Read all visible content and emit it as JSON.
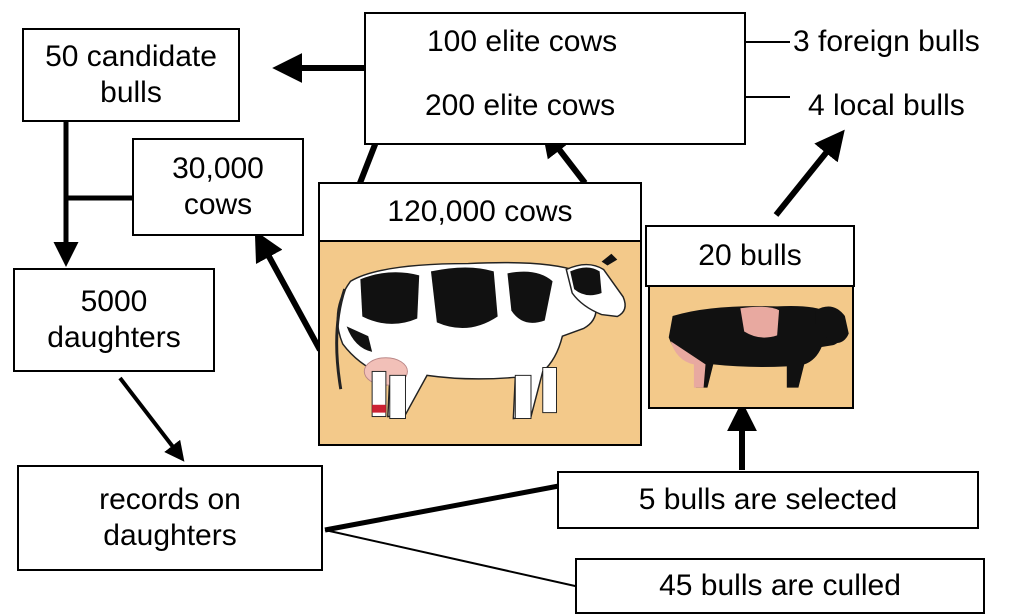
{
  "nodes": {
    "candidate_bulls": {
      "line1": "50 candidate",
      "line2": "bulls"
    },
    "elite_cows_100": "100 elite cows",
    "elite_cows_200": "200 elite cows",
    "foreign_bulls": "3 foreign bulls",
    "local_bulls": "4 local bulls",
    "cows_30000": {
      "line1": "30,000",
      "line2": "cows"
    },
    "cows_120000": "120,000 cows",
    "bulls_20": "20 bulls",
    "daughters_5000": {
      "line1": "5000",
      "line2": "daughters"
    },
    "records": {
      "line1": "records on",
      "line2": "daughters"
    },
    "selected": "5 bulls are selected",
    "culled": "45 bulls are culled"
  },
  "icons": {
    "cow": "holstein-cow-photo",
    "bull": "holstein-bull-photo"
  },
  "colors": {
    "photo_background": "#f3c98a",
    "ink": "#000000"
  }
}
